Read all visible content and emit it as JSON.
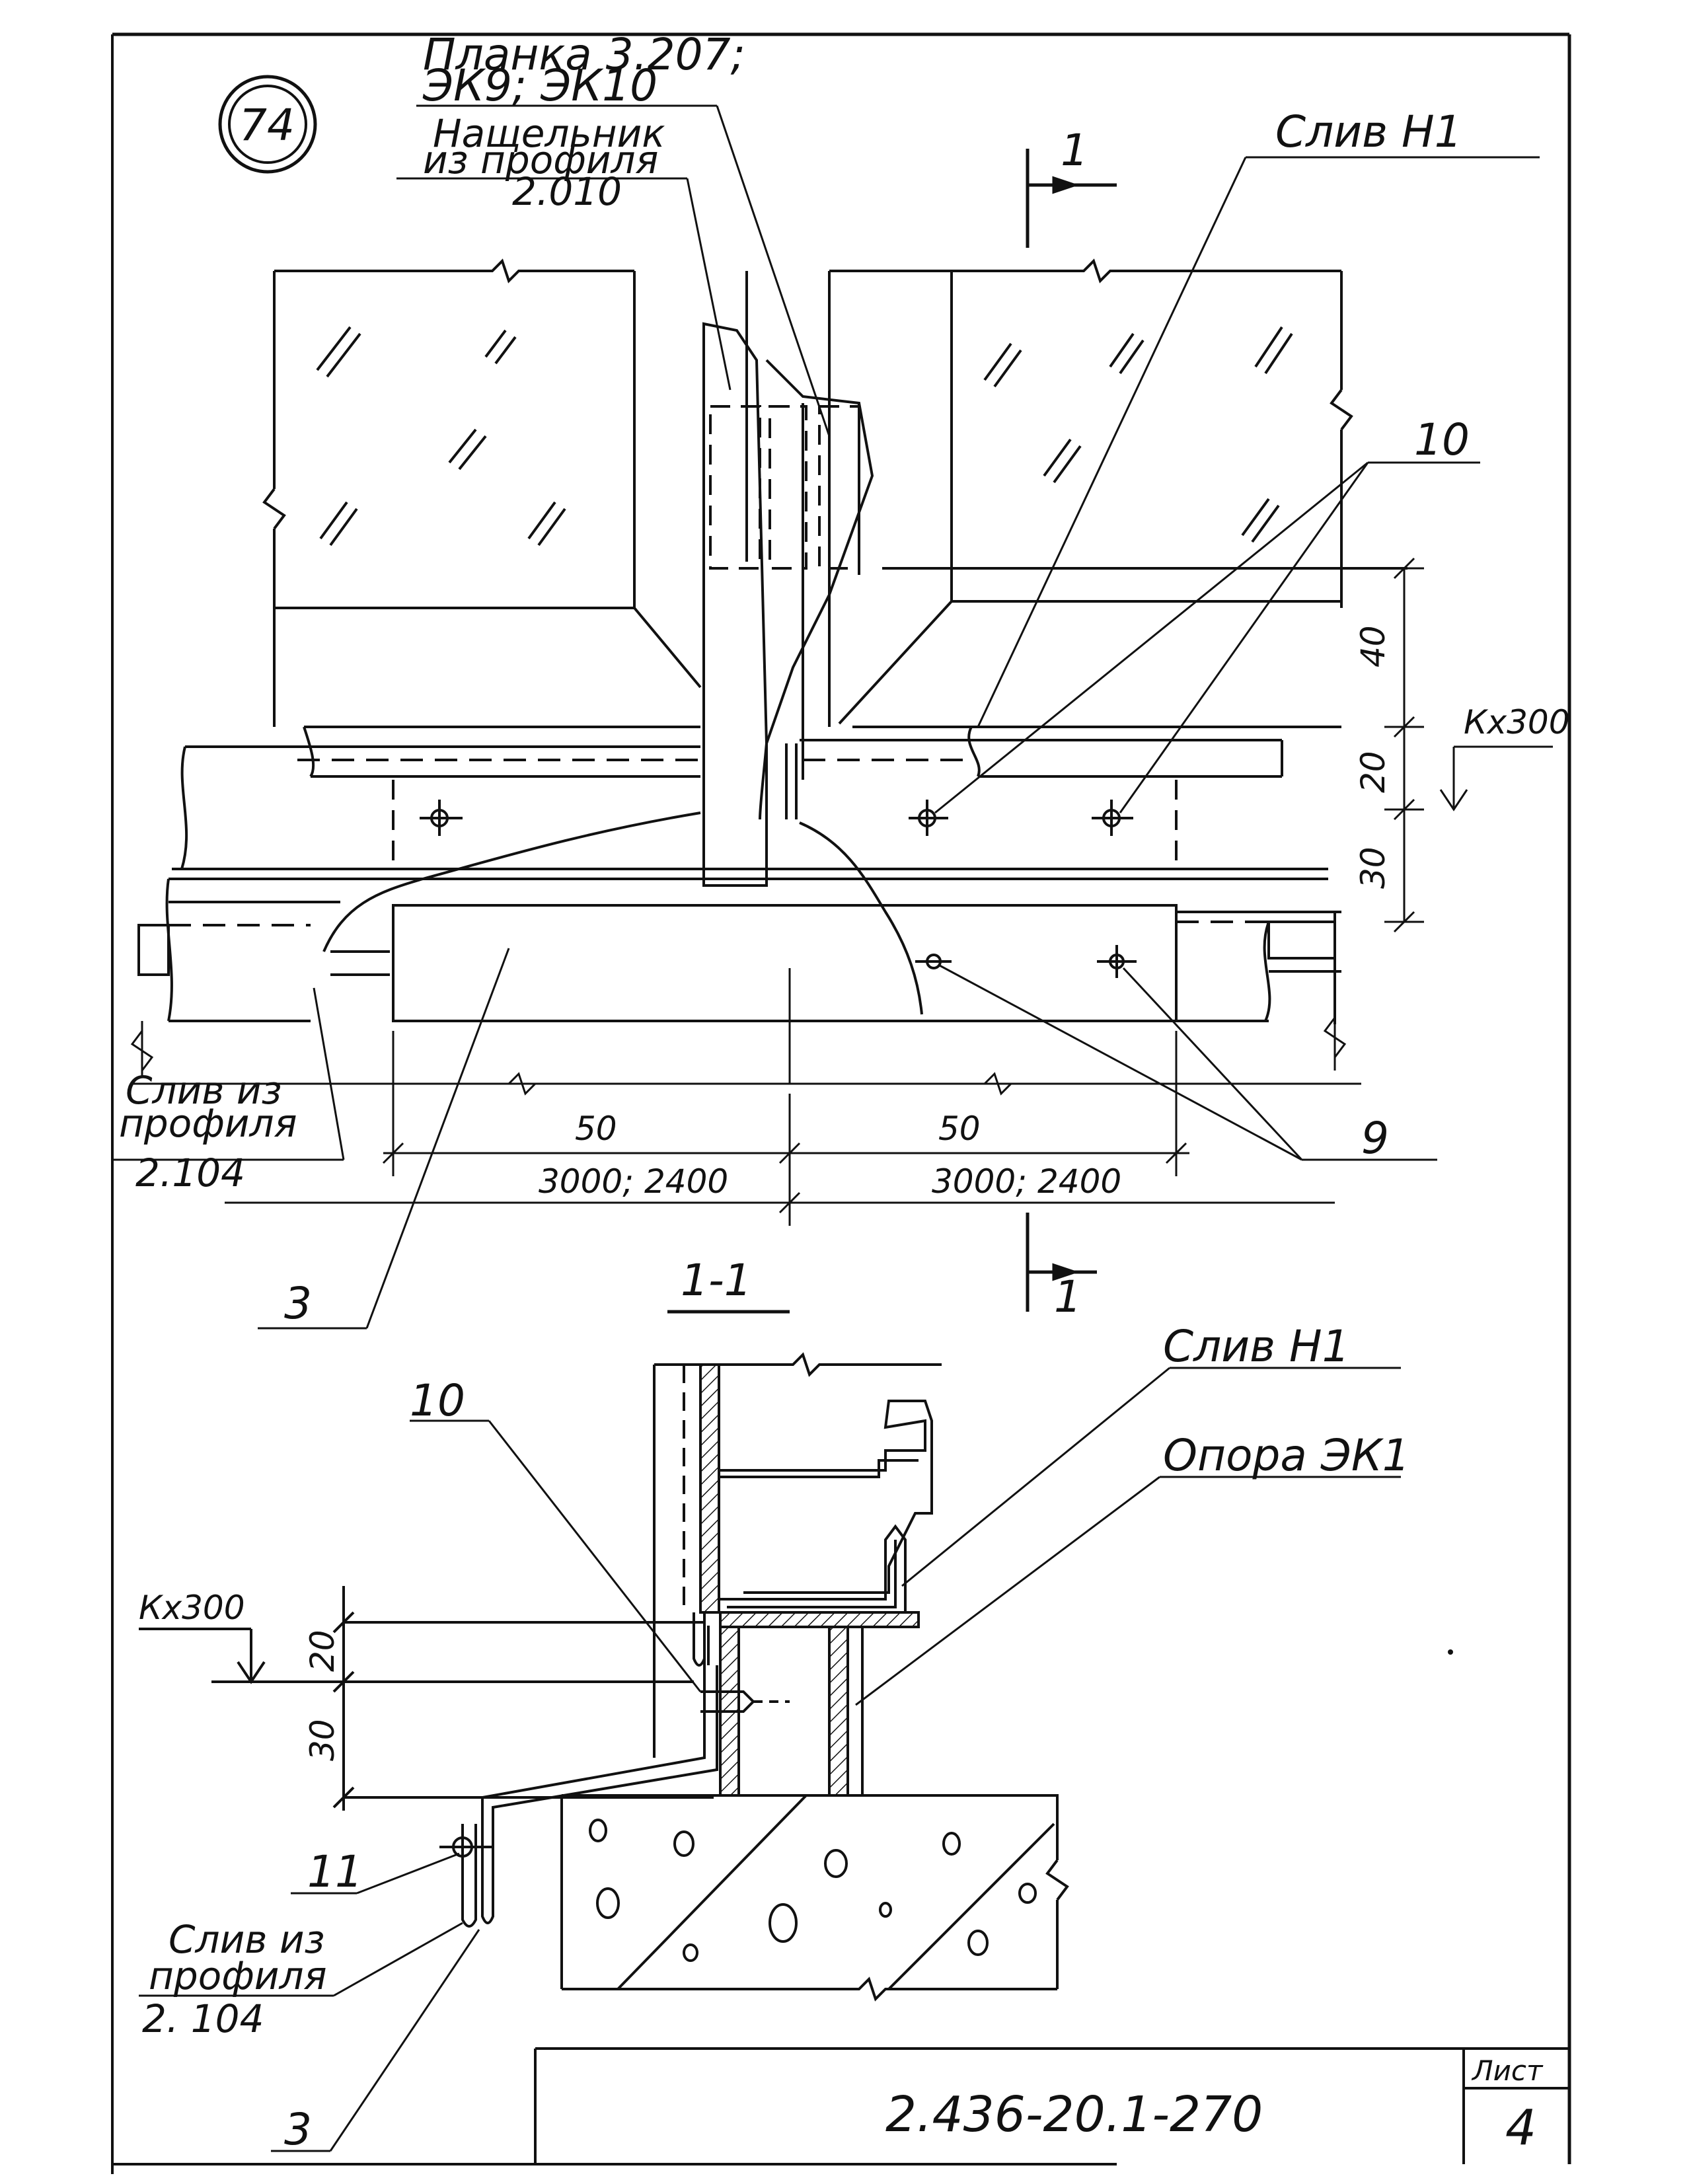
{
  "detail": {
    "number": "74"
  },
  "labels": {
    "planka_1": "Планка 3.207;",
    "planka_2": "ЭК9; ЭК10",
    "nashchelnik_1": "Нащельник",
    "nashchelnik_2": "из профиля",
    "nashchelnik_3": "2.010",
    "sliv_h1_top": "Слив Н1",
    "pos_10_top": "10",
    "pos_9": "9",
    "pos_3_top": "3",
    "kx300_top": "Кх300",
    "sliv_profile_top_1": "Слив из",
    "sliv_profile_top_2": "профиля",
    "sliv_profile_top_3": "2.104",
    "section_mark_top": "1",
    "section_mark_bottom": "1",
    "section_title": "1-1",
    "sliv_h1_section": "Слив Н1",
    "opora": "Опора ЭК1",
    "pos_10_section": "10",
    "kx300_section": "Кх300",
    "pos_11": "11",
    "sliv_profile_bot_1": "Слив из",
    "sliv_profile_bot_2": "профиля",
    "sliv_profile_bot_3": "2. 104",
    "pos_3_bottom": "3"
  },
  "dimensions": {
    "d40": "40",
    "d20": "20",
    "d30": "30",
    "d50_left": "50",
    "d50_right": "50",
    "span_left": "3000; 2400",
    "span_right": "3000; 2400",
    "sec_d20": "20",
    "sec_d30": "30"
  },
  "title_block": {
    "code": "2.436-20.1-270",
    "sheet_label": "Лист",
    "sheet_number": "4"
  }
}
